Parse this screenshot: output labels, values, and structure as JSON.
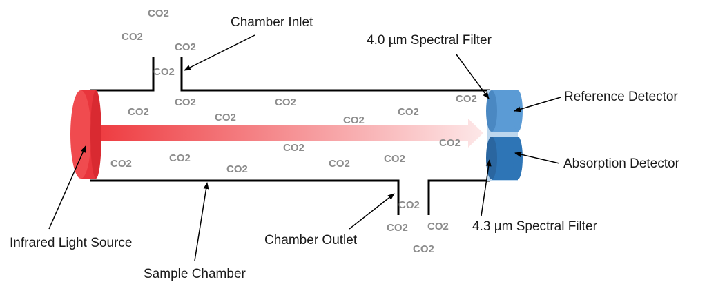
{
  "labels": {
    "chamber_inlet": "Chamber Inlet",
    "spectral_filter_40": "4.0 µm Spectral Filter",
    "reference_detector": "Reference Detector",
    "absorption_detector": "Absorption Detector",
    "spectral_filter_43": "4.3 µm Spectral Filter",
    "infrared_light_source": "Infrared Light Source",
    "chamber_outlet": "Chamber Outlet",
    "sample_chamber": "Sample Chamber"
  },
  "molecule_label": "CO2",
  "colors": {
    "source_red": "#e8353c",
    "beam_red": "#ee3b40",
    "reference_detector": "#5b9bd5",
    "absorption_detector": "#2e75b6",
    "filter_panel": "#bdd7ee",
    "molecule_text": "#8c8c8c"
  }
}
